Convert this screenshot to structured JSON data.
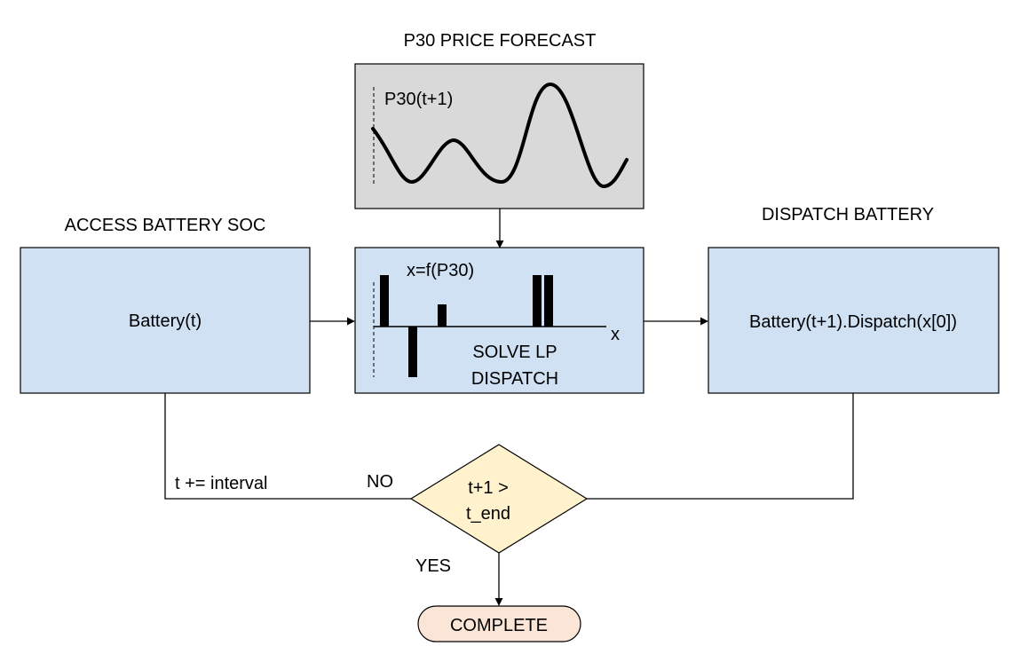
{
  "forecast": {
    "title": "P30 PRICE FORECAST",
    "series_label": "P30(t+1)"
  },
  "access": {
    "title": "ACCESS BATTERY SOC",
    "text": "Battery(t)"
  },
  "solve": {
    "func_label": "x=f(P30)",
    "axis_label": "x",
    "line1": "SOLVE LP",
    "line2": "DISPATCH"
  },
  "dispatch": {
    "title": "DISPATCH BATTERY",
    "text": "Battery(t+1).Dispatch(x[0])"
  },
  "decision": {
    "line1": "t+1 >",
    "line2": "t_end",
    "no_label": "NO",
    "yes_label": "YES"
  },
  "loop": {
    "label": "t += interval"
  },
  "terminal": {
    "text": "COMPLETE"
  },
  "colors": {
    "process_fill": "#cfe1f3",
    "forecast_fill": "#d9d9d9",
    "decision_fill": "#fff2cc",
    "terminal_fill": "#fbe5d6"
  }
}
